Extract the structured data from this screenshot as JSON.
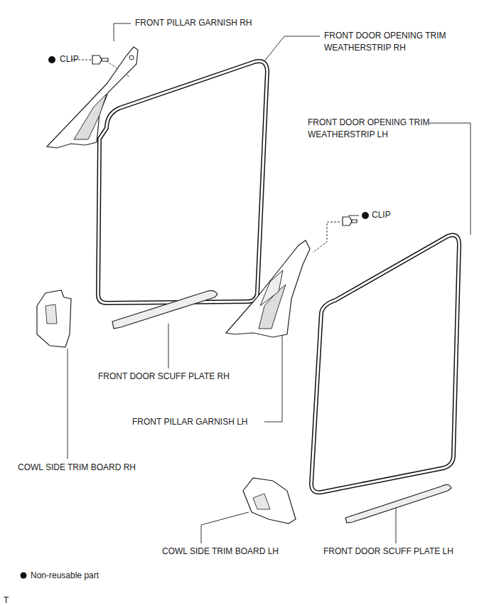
{
  "diagram": {
    "labels": [
      "FRONT PILLAR GARNISH RH",
      "CLIP",
      "FRONT DOOR OPENING TRIM WEATHERSTRIP RH",
      "FRONT DOOR OPENING TRIM WEATHERSTRIP LH",
      "CLIP",
      "FRONT DOOR SCUFF PLATE RH",
      "FRONT PILLAR GARNISH LH",
      "COWL SIDE TRIM BOARD RH",
      "COWL SIDE TRIM BOARD LH",
      "FRONT DOOR SCUFF PLATE LH",
      "T"
    ],
    "legend": [
      {
        "text": "Non-reusable part"
      }
    ]
  }
}
